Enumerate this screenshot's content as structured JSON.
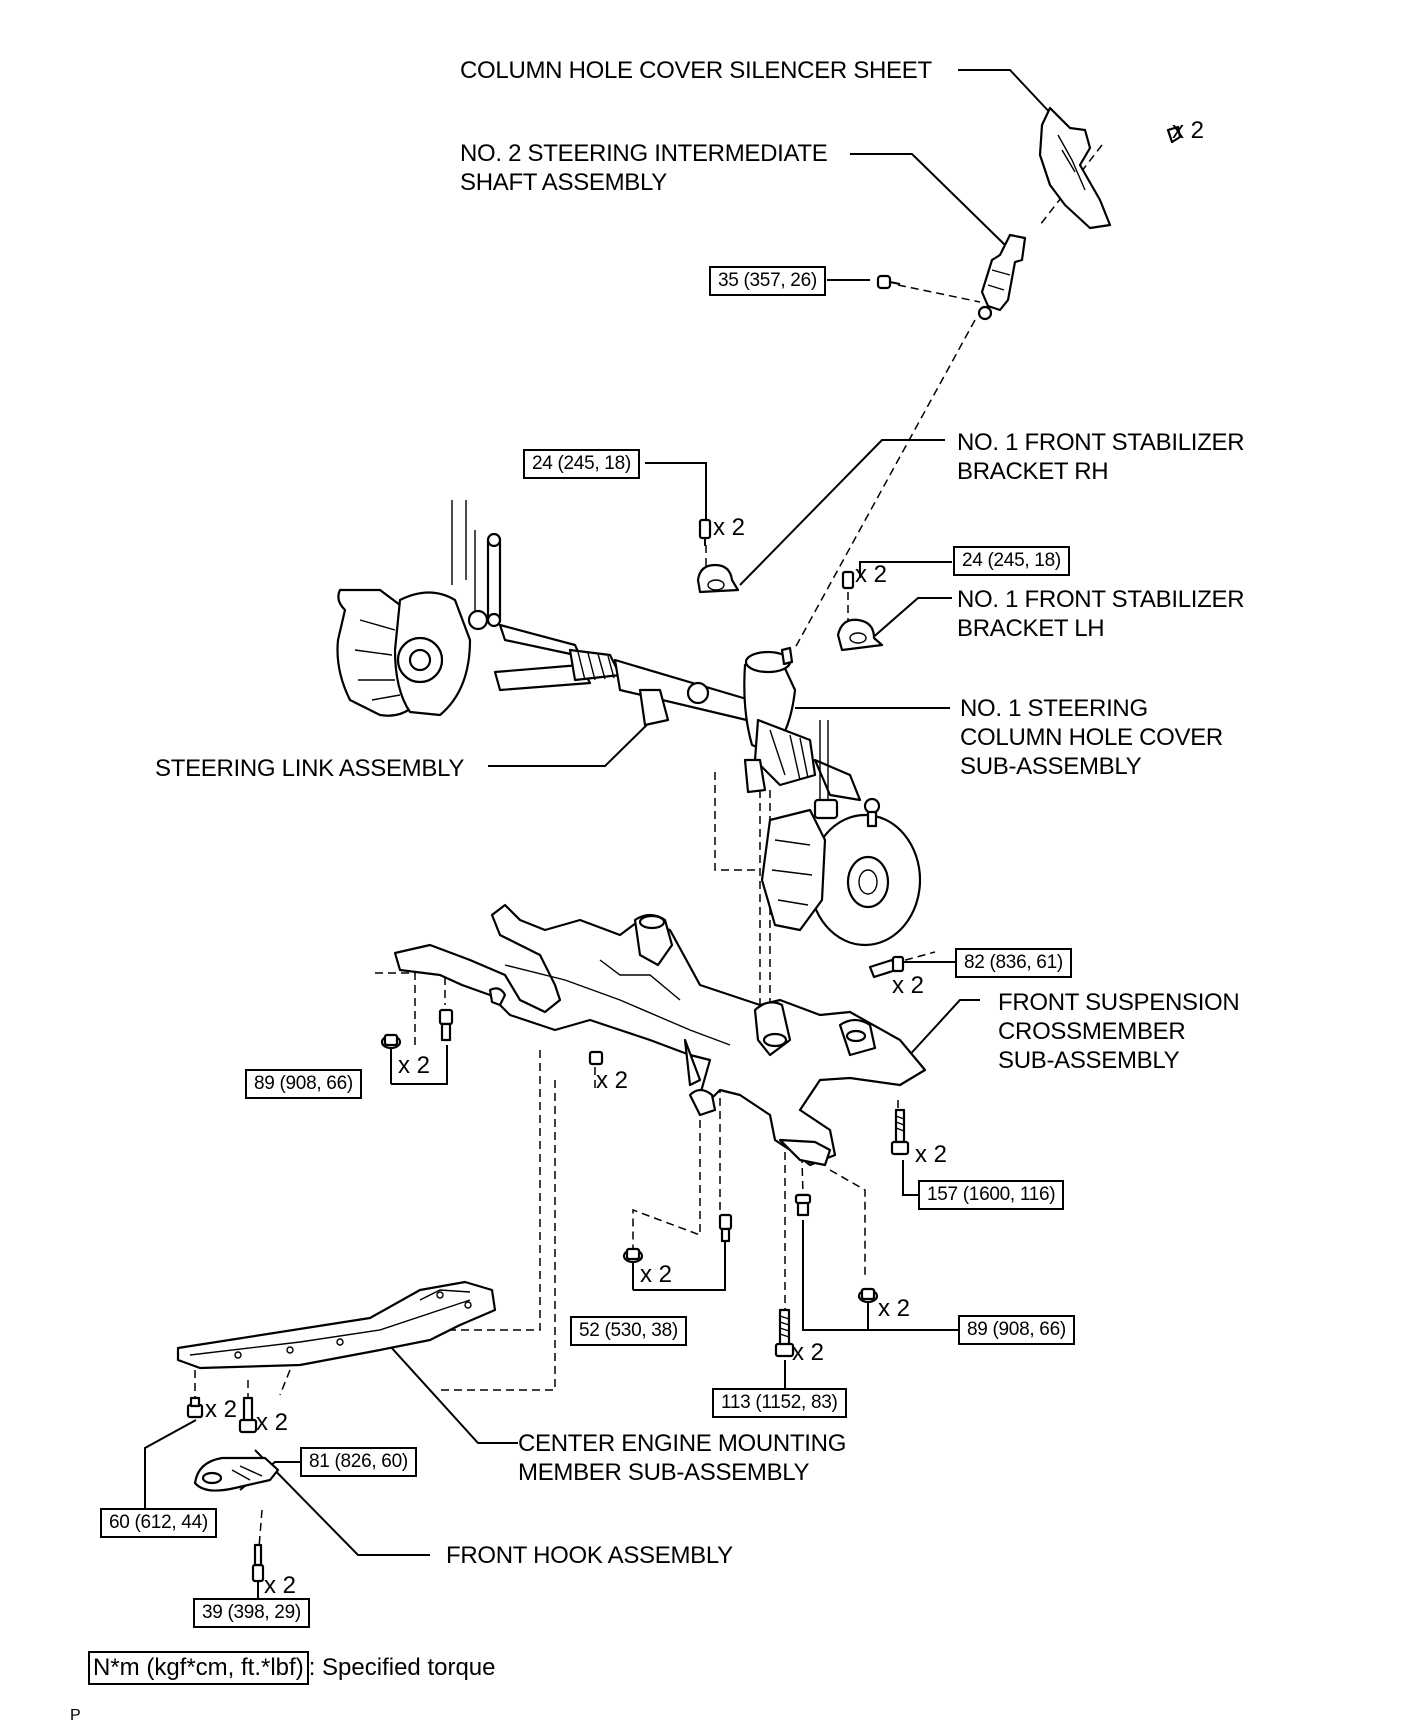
{
  "labels": {
    "column_hole_cover_silencer_sheet": "COLUMN HOLE COVER SILENCER SHEET",
    "no2_steering_intermediate_shaft": [
      "NO. 2 STEERING INTERMEDIATE",
      "SHAFT ASSEMBLY"
    ],
    "no1_front_stabilizer_bracket_rh": [
      "NO. 1 FRONT STABILIZER",
      "BRACKET RH"
    ],
    "no1_front_stabilizer_bracket_lh": [
      "NO. 1 FRONT STABILIZER",
      "BRACKET LH"
    ],
    "no1_steering_column_hole_cover": [
      "NO. 1 STEERING",
      "COLUMN HOLE COVER",
      "SUB-ASSEMBLY"
    ],
    "steering_link_assembly": "STEERING LINK ASSEMBLY",
    "front_suspension_crossmember": [
      "FRONT SUSPENSION",
      "CROSSMEMBER",
      "SUB-ASSEMBLY"
    ],
    "center_engine_mounting_member": [
      "CENTER ENGINE MOUNTING",
      "MEMBER SUB-ASSEMBLY"
    ],
    "front_hook_assembly": "FRONT HOOK ASSEMBLY"
  },
  "torques": {
    "shaft_bolt": "35 (357, 26)",
    "bracket_rh": "24 (245, 18)",
    "bracket_lh": "24 (245, 18)",
    "crossmember_front": "82 (836, 61)",
    "crossmember_left_rear": "89 (908, 66)",
    "crossmember_rear_bolt": "157 (1600, 116)",
    "center_member_front": "52 (530, 38)",
    "crossmember_right_rear": "89 (908, 66)",
    "center_member_rear": "113 (1152, 83)",
    "front_hook": "81 (826, 60)",
    "center_member_bolt": "60 (612, 44)",
    "hook_bolt": "39 (398, 29)"
  },
  "multipliers": {
    "silencer": "x 2",
    "bracket_rh": "x 2",
    "bracket_lh": "x 2",
    "crossmember_front": "x 2",
    "crossmember_left": "x 2",
    "crossmember_nut": "x 2",
    "crossmember_rear": "x 2",
    "center_member_front": "x 2",
    "crossmember_right_rear": "x 2",
    "center_member_rear": "x 2",
    "center_member_left": "x 2",
    "front_hook": "x 2",
    "hook_bolt": "x 2"
  },
  "legend": {
    "unit_box": "N*m (kgf*cm, ft.*lbf)",
    "description": ": Specified torque"
  },
  "corner_mark": "P"
}
